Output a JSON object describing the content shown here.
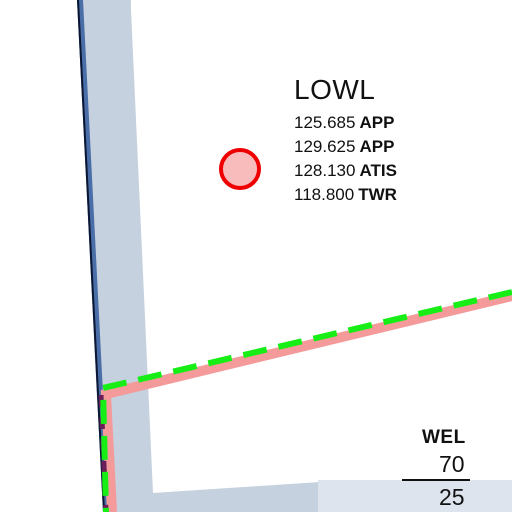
{
  "airport": {
    "icao": "LOWL",
    "frequencies": [
      {
        "freq": "125.685",
        "service": "APP"
      },
      {
        "freq": "129.625",
        "service": "APP"
      },
      {
        "freq": "128.130",
        "service": "ATIS"
      },
      {
        "freq": "118.800",
        "service": "TWR"
      }
    ],
    "symbol_fill": "#f8bcbc",
    "symbol_stroke": "#ee0000"
  },
  "waypoint": {
    "name": "WEL",
    "upper_altitude": "70",
    "lower_altitude": "25"
  },
  "colors": {
    "airspace_band": "#c5d1de",
    "airspace_band_light": "#dde4ee",
    "boundary_pink": "#f49a9a",
    "boundary_green": "#16ee16",
    "fir_line_dark": "#0b1633",
    "fir_line_blue": "#4a6fa8",
    "dash_purple": "#6a1f5a"
  }
}
